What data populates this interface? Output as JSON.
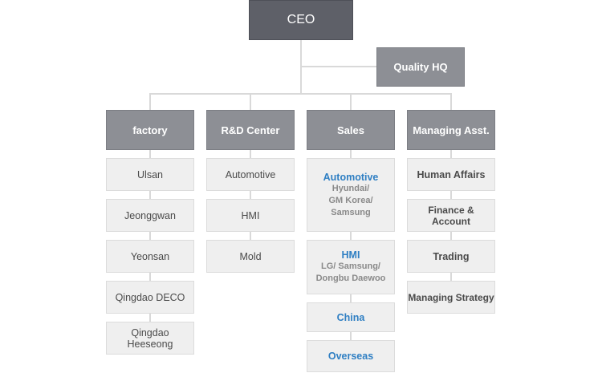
{
  "ceo": "CEO",
  "quality": "Quality HQ",
  "columns": [
    {
      "title": "factory",
      "items": [
        {
          "lines": [
            "Ulsan"
          ]
        },
        {
          "lines": [
            "Jeonggwan"
          ]
        },
        {
          "lines": [
            "Yeonsan"
          ]
        },
        {
          "lines": [
            "Qingdao DECO"
          ]
        },
        {
          "lines": [
            "Qingdao",
            "Heeseong"
          ]
        }
      ]
    },
    {
      "title": "R&D Center",
      "items": [
        {
          "lines": [
            "Automotive"
          ]
        },
        {
          "lines": [
            "HMI"
          ]
        },
        {
          "lines": [
            "Mold"
          ]
        }
      ]
    },
    {
      "title": "Sales",
      "items": [
        {
          "title": "Automotive",
          "lines": [
            "Hyundai/",
            "GM Korea/",
            "Samsung"
          ]
        },
        {
          "title": "HMI",
          "lines": [
            "LG/ Samsung/",
            "Dongbu Daewoo"
          ]
        },
        {
          "title": "China",
          "lines": []
        },
        {
          "title": "Overseas",
          "lines": []
        }
      ]
    },
    {
      "title": "Managing Asst.",
      "items": [
        {
          "lines": [
            "Human Affairs"
          ]
        },
        {
          "lines": [
            "Finance & Account"
          ]
        },
        {
          "lines": [
            "Trading"
          ]
        },
        {
          "lines": [
            "Managing Strategy"
          ]
        }
      ]
    }
  ],
  "colors": {
    "top_box": "#5e6068",
    "header_box": "#8d8f95",
    "sub_box": "#efefef",
    "connector": "#d9d9d9",
    "highlight_text": "#2f7fc3"
  }
}
